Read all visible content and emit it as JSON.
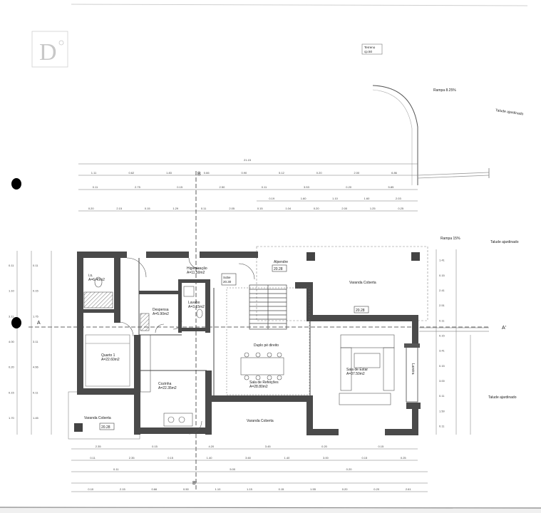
{
  "logo": {
    "letter": "D"
  },
  "site": {
    "terrain_label": "Terreno",
    "terrain_level": "cp.50",
    "ramp_top": "Rampa 8.25%",
    "ramp_side": "Rampa 15%",
    "slope_1": "Talude ajardinado",
    "slope_2": "Talude ajardinado",
    "slope_3": "Talude ajardinado"
  },
  "sections": {
    "b_top": "B",
    "b_bottom": "B'",
    "a_left": "A",
    "a_right": "A'"
  },
  "rooms": [
    {
      "id": "is",
      "name": "i.s.",
      "area": "A=6.40m2"
    },
    {
      "id": "higienizacao",
      "name": "Higienização",
      "area": "A=11.50m2"
    },
    {
      "id": "alpendre",
      "name": "Alpendre",
      "area": ""
    },
    {
      "id": "varanda-coberta-ne",
      "name": "Varanda Coberta",
      "area": ""
    },
    {
      "id": "despensa",
      "name": "Despensa",
      "area": "A=5.90m2"
    },
    {
      "id": "lavabo",
      "name": "Lavabo",
      "area": "A=3.15m2"
    },
    {
      "id": "duplo-pe-direito",
      "name": "Duplo pé direito",
      "area": ""
    },
    {
      "id": "quarto-1",
      "name": "Quarto 1",
      "area": "A=22.60m2"
    },
    {
      "id": "cozinha",
      "name": "Cozinha",
      "area": "A=22.35m2"
    },
    {
      "id": "sala-refeicoes",
      "name": "Sala de Refeições",
      "area": "A=28.80m2"
    },
    {
      "id": "sala-estar",
      "name": "Sala de Estar",
      "area": "A=37.50m2"
    },
    {
      "id": "lareira",
      "name": "Lareira",
      "area": ""
    },
    {
      "id": "varanda-coberta-sw",
      "name": "Varanda Coberta",
      "area": ""
    },
    {
      "id": "varanda-coberta-s",
      "name": "Varanda Coberta",
      "area": ""
    }
  ],
  "levels": {
    "alpendre": "20.28",
    "varanda_ne": "20.28",
    "sobe": "Sobe",
    "sobe_level": "20.30",
    "varanda_sw": "20.28"
  },
  "dims": {
    "top_total": "21.15",
    "top_row1": [
      "1.11",
      "0.62",
      "1.83",
      "0.66",
      "0.90",
      "5.12",
      "0.20",
      "2.00",
      "6.86"
    ],
    "top_row2": [
      "0.11",
      "2.75",
      "0.15",
      "2.50",
      "0.11",
      "3.53",
      "0.20",
      "5.85"
    ],
    "top_row3": [
      "0.19",
      "1.60",
      "1.10",
      "1.60",
      "2.03"
    ],
    "top_row4": [
      "0.20",
      "2.15",
      "0.15",
      "1.29",
      "0.11",
      "2.05",
      "0.15",
      "1.04",
      "0.20",
      "2.00",
      "1.25",
      "0.25"
    ],
    "left_col1": [
      "0.11",
      "1.10",
      "3.11",
      "4.00",
      "0.20",
      "0.15",
      "1.70"
    ],
    "left_col2": [
      "0.11",
      "0.15",
      "1.75",
      "3.11",
      "4.66",
      "0.11",
      "1.45"
    ],
    "bottom_row1": [
      "2.35",
      "0.15",
      "4.20",
      "3.45",
      "0.20",
      "0.15"
    ],
    "bottom_row2": [
      "0.11",
      "2.35",
      "0.15",
      "1.40",
      "3.60",
      "1.40",
      "3.00",
      "0.15",
      "0.25"
    ],
    "bottom_row3": [
      "0.11",
      "5.00",
      "0.20"
    ],
    "bottom_row4": [
      "0.10",
      "2.15",
      "0.66",
      "0.50",
      "1.10",
      "1.15",
      "0.15",
      "1.55",
      "0.20",
      "0.20",
      "2.61"
    ],
    "right_col": [
      "1.41",
      "0.15",
      "2.41",
      "2.51",
      "0.11",
      "0.15",
      "3.41",
      "0.15",
      "3.00",
      "0.11",
      "1.50",
      "0.11"
    ]
  }
}
